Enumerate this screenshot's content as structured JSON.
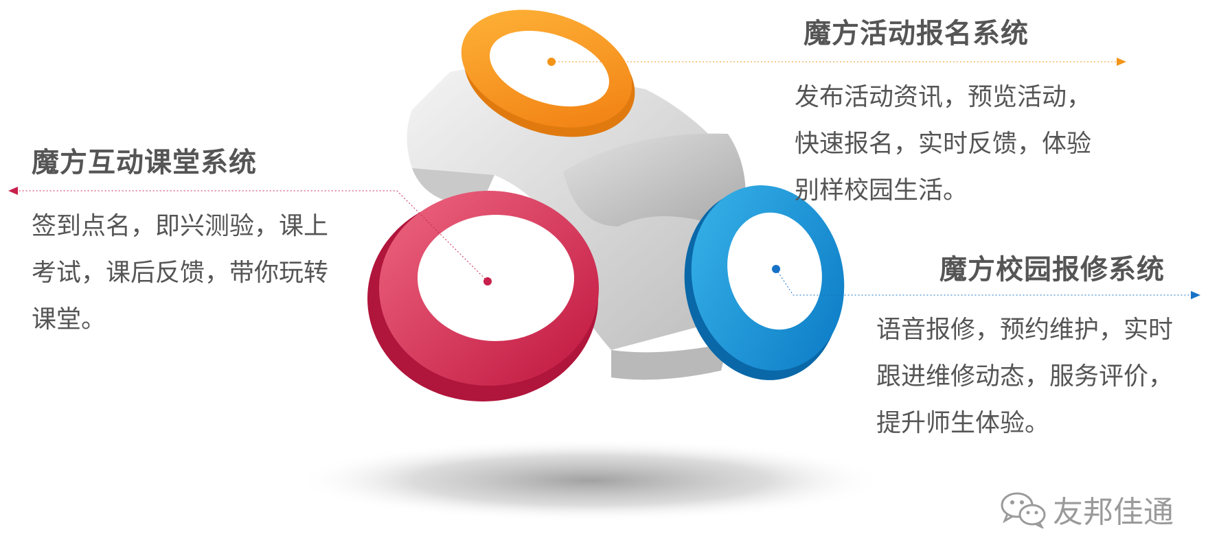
{
  "systems": [
    {
      "title": "魔方活动报名系统",
      "lines": [
        "发布活动资讯，预览活动，",
        "快速报名，实时反馈，体验",
        "别样校园生活。"
      ],
      "color": "#f39417"
    },
    {
      "title": "魔方互动课堂系统",
      "lines": [
        "签到点名，即兴测验，课上",
        "考试，课后反馈，带你玩转",
        "课堂。"
      ],
      "color": "#c8204c"
    },
    {
      "title": "魔方校园报修系统",
      "lines": [
        "语音报修，预约维护，实时",
        "跟进维修动态，服务评价，",
        "提升师生体验。"
      ],
      "color": "#1572c6"
    }
  ],
  "watermark": {
    "text": "友邦佳通",
    "icon": "wechat-icon"
  },
  "colors": {
    "gray_body": "#d6d6d6",
    "title_text": "#555555",
    "watermark_text": "#9a9a9a"
  }
}
